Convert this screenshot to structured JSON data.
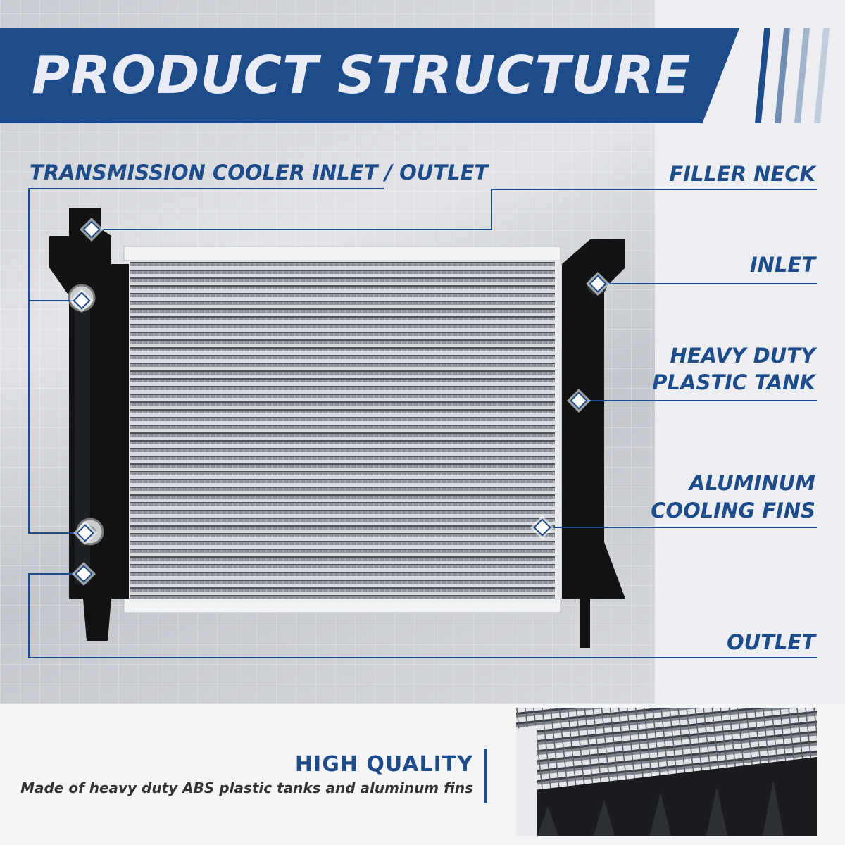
{
  "header": {
    "title": "PRODUCT STRUCTURE"
  },
  "labels": {
    "transmission": "TRANSMISSION COOLER INLET / OUTLET",
    "filler_neck": "FILLER NECK",
    "inlet": "INLET",
    "tank_line1": "HEAVY DUTY",
    "tank_line2": "PLASTIC TANK",
    "fins_line1": "ALUMINUM",
    "fins_line2": "COOLING FINS",
    "outlet": "OUTLET"
  },
  "quality": {
    "title": "HIGH QUALITY",
    "description": "Made of heavy duty ABS plastic tanks and aluminum fins"
  },
  "colors": {
    "brand_blue": "#1e4b8a",
    "title_text": "#e9ecf2",
    "body_text": "#333333"
  }
}
